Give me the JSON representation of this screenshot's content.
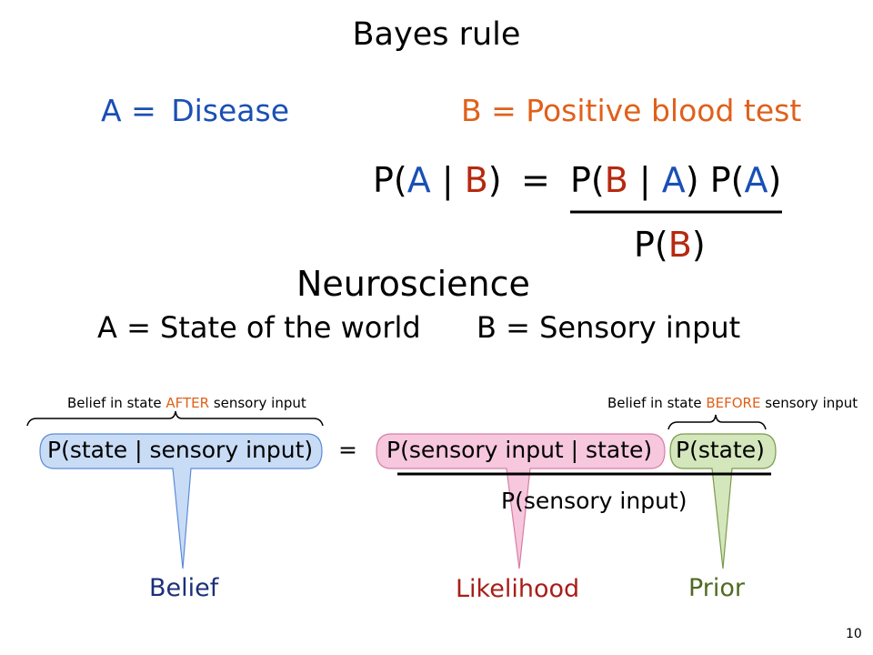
{
  "title": "Bayes rule",
  "definitions": {
    "a_label": "A =",
    "a_value": "Disease",
    "b_label": "B = Positive blood test"
  },
  "formula": {
    "lhs_p": "P(",
    "lhs_a": "A",
    "lhs_bar": " | ",
    "lhs_b": "B",
    "lhs_close": ")",
    "equals": "=",
    "num_p1": "P(",
    "num_b": "B",
    "num_bar": " | ",
    "num_a": "A",
    "num_close1": ") P(",
    "num_a2": "A",
    "num_close2": ")",
    "den_p": "P(",
    "den_b": "B",
    "den_close": ")"
  },
  "neuro": {
    "heading": "Neuroscience",
    "a_def": "A = State of the world",
    "b_def": "B = Sensory input"
  },
  "annotations": {
    "after_pre": "Belief in state ",
    "after_kw": "AFTER",
    "after_post": " sensory input",
    "before_pre": "Belief in state ",
    "before_kw": "BEFORE",
    "before_post": " sensory input"
  },
  "bottom_formula": {
    "lhs": "P(state | sensory input)",
    "equals": "=",
    "likelihood_term": "P(sensory input | state)",
    "prior_term": "P(state)",
    "denominator": "P(sensory input)"
  },
  "labels": {
    "belief": "Belief",
    "likelihood": "Likelihood",
    "prior": "Prior"
  },
  "page_number": "10",
  "colors": {
    "blue": "#1a4fb5",
    "orange": "#e0601a",
    "red": "#b5290f",
    "belief_fill": "#c9dcf6",
    "likelihood_fill": "#f6c7dd",
    "prior_fill": "#d3e6bc"
  }
}
